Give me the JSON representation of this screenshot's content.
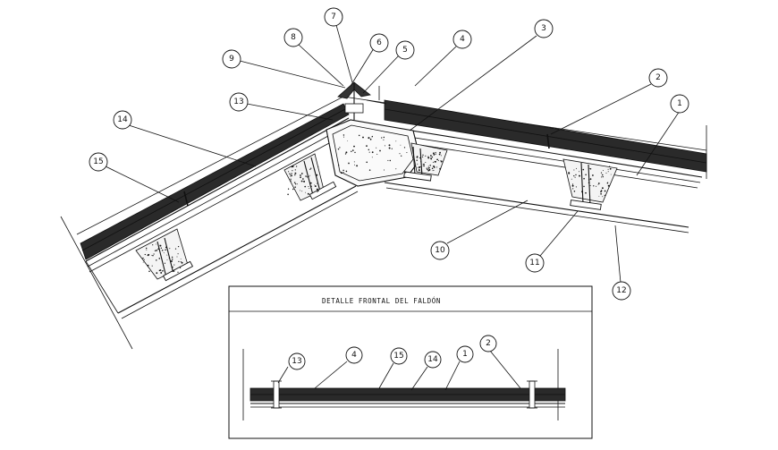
{
  "detail_title": "DETALLE FRONTAL DEL FALDÓN",
  "main_callouts": [
    {
      "id": "c1",
      "label": "1"
    },
    {
      "id": "c2",
      "label": "2"
    },
    {
      "id": "c3",
      "label": "3"
    },
    {
      "id": "c4",
      "label": "4"
    },
    {
      "id": "c5",
      "label": "5"
    },
    {
      "id": "c6",
      "label": "6"
    },
    {
      "id": "c7",
      "label": "7"
    },
    {
      "id": "c8",
      "label": "8"
    },
    {
      "id": "c9",
      "label": "9"
    },
    {
      "id": "c10",
      "label": "10"
    },
    {
      "id": "c11",
      "label": "11"
    },
    {
      "id": "c12",
      "label": "12"
    },
    {
      "id": "c13",
      "label": "13"
    },
    {
      "id": "c14",
      "label": "14"
    },
    {
      "id": "c15",
      "label": "15"
    }
  ],
  "detail_callouts": [
    {
      "id": "d13",
      "label": "13"
    },
    {
      "id": "d4",
      "label": "4"
    },
    {
      "id": "d15",
      "label": "15"
    },
    {
      "id": "d14",
      "label": "14"
    },
    {
      "id": "d1",
      "label": "1"
    },
    {
      "id": "d2",
      "label": "2"
    }
  ],
  "colors": {
    "line": "#111111",
    "background": "#ffffff"
  }
}
